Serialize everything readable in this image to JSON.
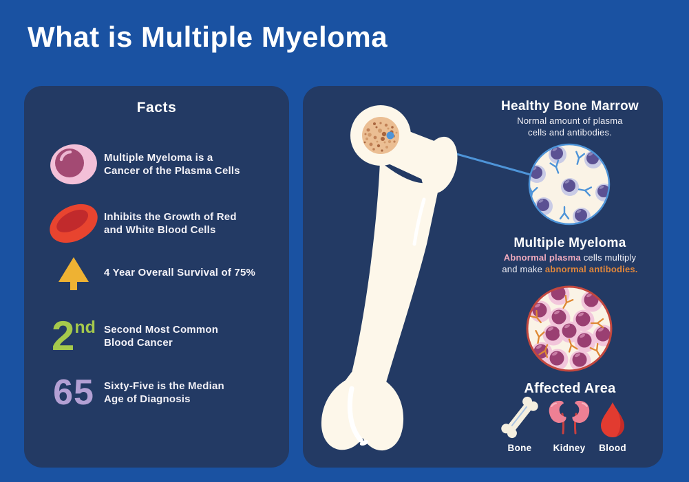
{
  "title": "What is Multiple Myeloma",
  "colors": {
    "background": "#1A52A2",
    "panel": "#233A64",
    "accent_green": "#A5C94C",
    "accent_purple": "#B3A0D4",
    "accent_pink": "#EFA9BD",
    "accent_orange": "#E2873B",
    "arrow_gold": "#EEB233",
    "cell_blue": "#4E94D8",
    "myeloma_ring_red": "#C2473E"
  },
  "facts": {
    "heading": "Facts",
    "items": [
      {
        "line1": "Multiple Myeloma is a",
        "line2": "Cancer of the Plasma Cells"
      },
      {
        "line1": "Inhibits the Growth of Red",
        "line2": "and White Blood Cells"
      },
      {
        "line1": "4 Year Overall Survival of 75%"
      },
      {
        "line1": "Second Most Common",
        "line2": "Blood Cancer",
        "number": "2",
        "number_suffix": "nd"
      },
      {
        "line1": "Sixty-Five is the Median",
        "line2": "Age of Diagnosis",
        "number": "65"
      }
    ]
  },
  "diagram": {
    "healthy": {
      "heading": "Healthy Bone Marrow",
      "sub_line1": "Normal amount of plasma",
      "sub_line2": "cells and antibodies."
    },
    "myeloma": {
      "heading": "Multiple Myeloma",
      "highlight1": "Abnormal plasma",
      "rest1": " cells multiply",
      "plain2": "and make ",
      "highlight2": "abnormal antibodies."
    },
    "affected": {
      "heading": "Affected Area",
      "labels": [
        "Bone",
        "Kidney",
        "Blood"
      ]
    }
  }
}
